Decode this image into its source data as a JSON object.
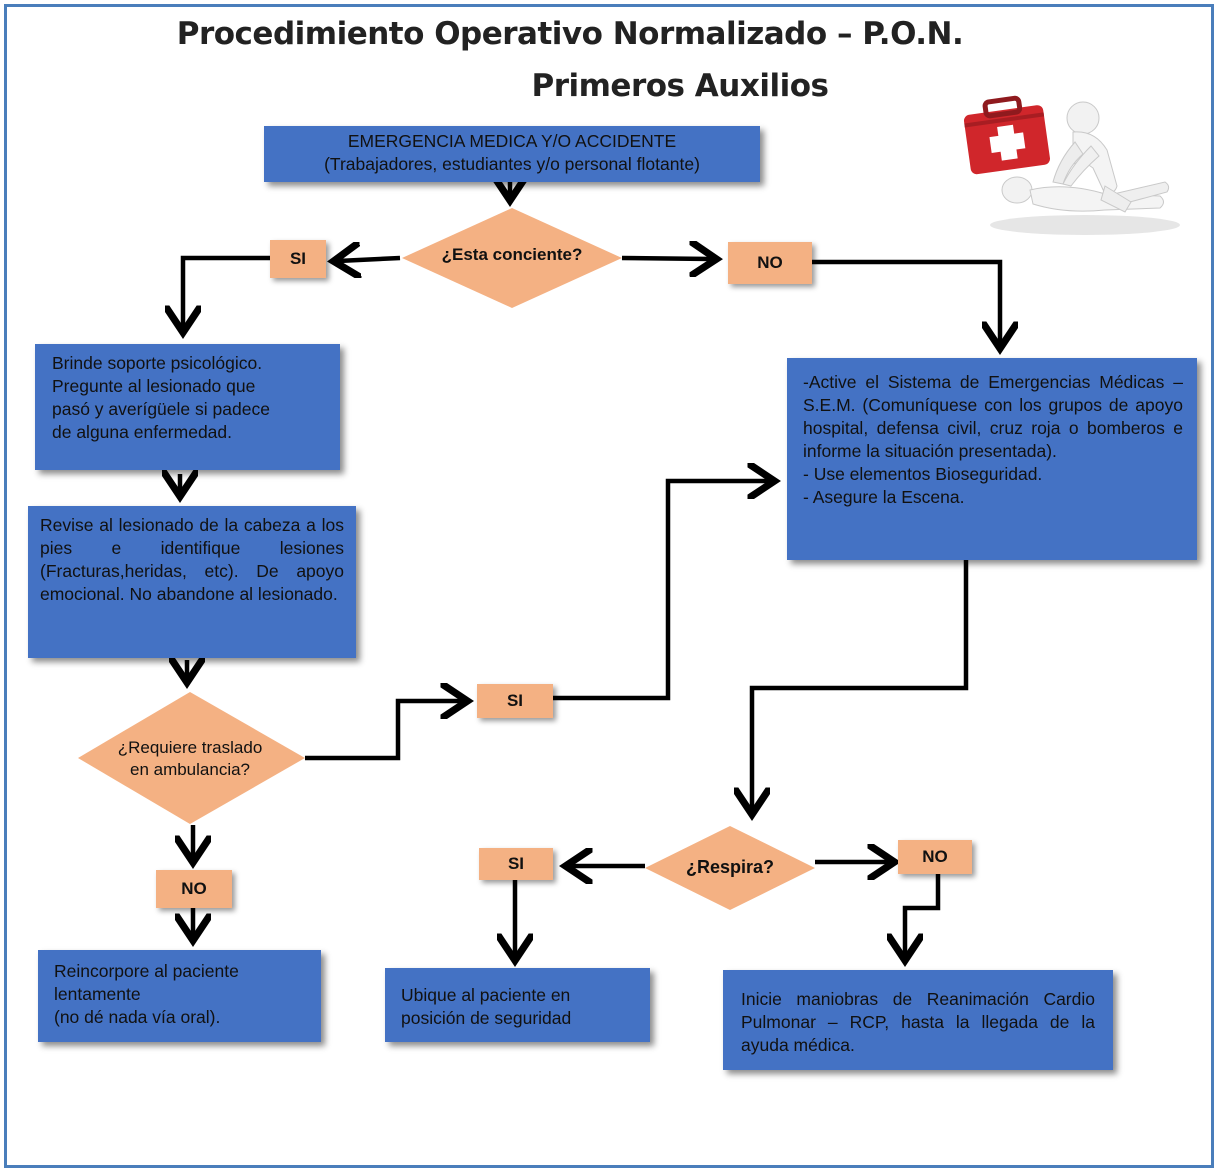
{
  "header": {
    "title": "Procedimiento  Operativo Normalizado – P.O.N.",
    "subtitle": "Primeros Auxilios"
  },
  "nodes": {
    "start": "EMERGENCIA MEDICA Y/O ACCIDENTE\n(Trabajadores, estudiantes y/o personal flotante)",
    "conscious_q": "¿Esta conciente?",
    "conscious_yes": "SI",
    "conscious_no": "NO",
    "psych_support": "Brinde soporte psicológico.\nPregunte al lesionado que\npasó y averígüele si padece\nde alguna enfermedad.",
    "check_injuries": "Revise al lesionado de la cabeza a los pies e identifique lesiones (Fracturas,heridas, etc). De apoyo emocional. No abandone al lesionado.",
    "ambulance_q": "¿Requiere traslado\nen ambulancia?",
    "ambulance_yes": "SI",
    "ambulance_no": "NO",
    "reincorporate": "Reincorpore al paciente lentamente\n(no dé nada vía oral).",
    "activate_sem": "-Active el Sistema de Emergencias Médicas – S.E.M. (Comuníquese con los grupos de apoyo hospital, defensa civil, cruz roja o bomberos e informe la situación presentada).\n- Use elementos Bioseguridad.\n- Asegure la Escena.",
    "breathing_q": "¿Respira?",
    "breathing_yes": "SI",
    "breathing_no": "NO",
    "safety_position": "Ubique al paciente en\nposición de seguridad",
    "rcp": "Inicie maniobras de Reanimación Cardio Pulmonar – RCP, hasta la llegada de la ayuda médica."
  },
  "colors": {
    "box": "#4472c4",
    "decision": "#f4b183",
    "tag": "#f4b183",
    "frame": "#4a7ebb",
    "arrow": "#000000"
  },
  "icons": {
    "illustration": "first-aid-cpr-illustration"
  }
}
